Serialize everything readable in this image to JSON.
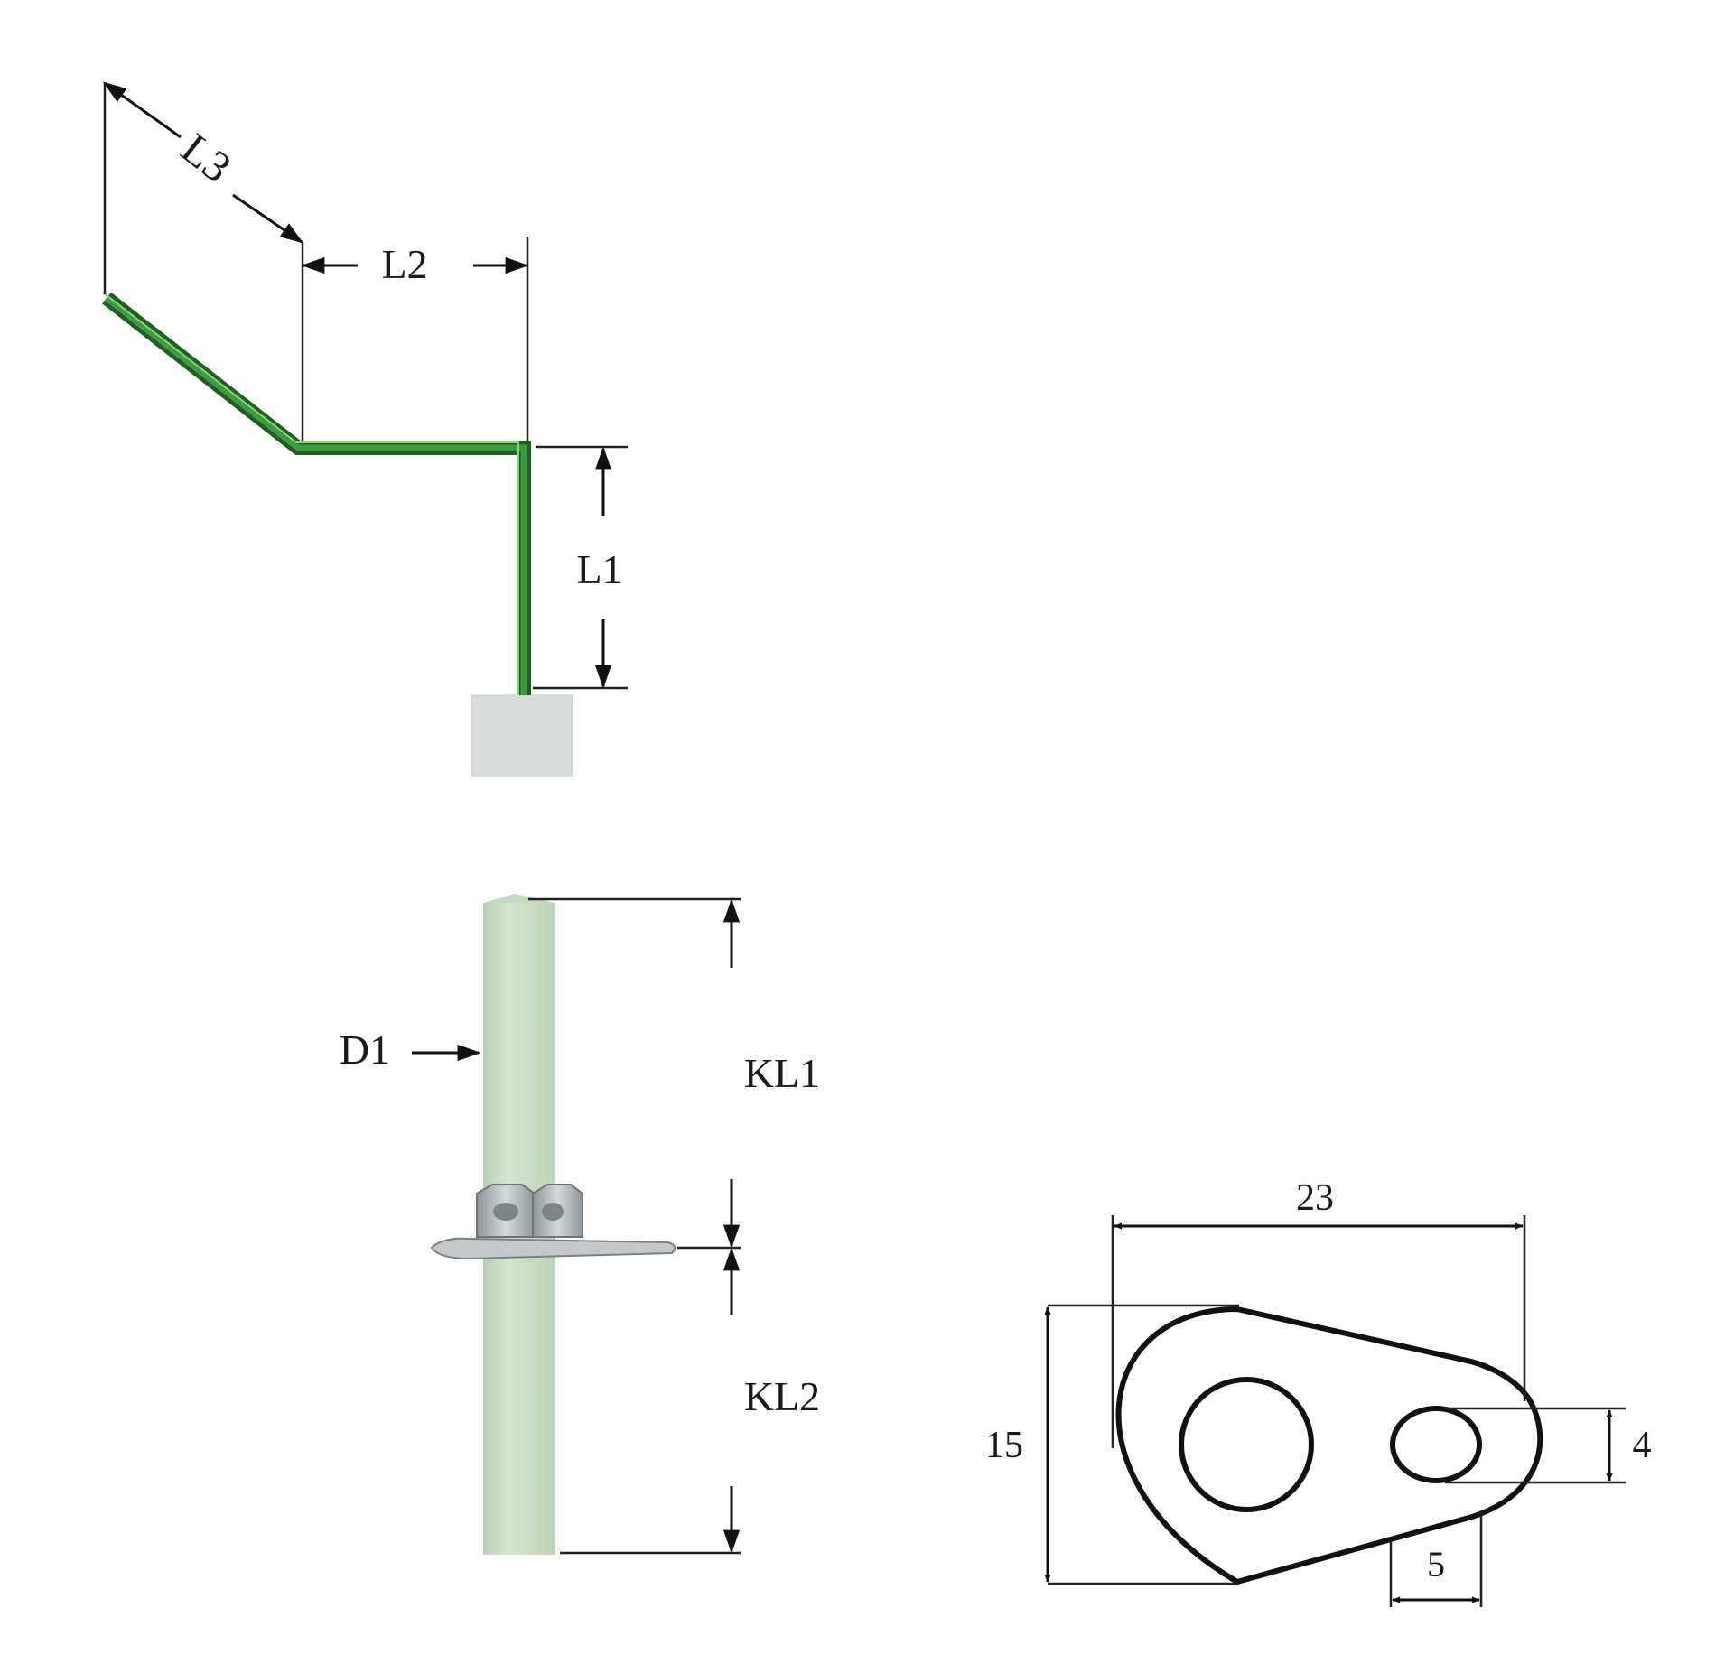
{
  "colors": {
    "wire": "#2e7d32",
    "wire_dark": "#1b5e20",
    "wire_light": "#9ccc65",
    "insulator": "#d9dcdd",
    "rod": "#cfe0c9",
    "rod_shade": "#a9c4a3",
    "nut": "#b9bfc2",
    "line": "#111111"
  },
  "electrode_bent": {
    "labels": {
      "l1": "L1",
      "l2": "L2",
      "l3": "L3"
    }
  },
  "electrode_rod": {
    "labels": {
      "d1": "D1",
      "kl1": "KL1",
      "kl2": "KL2"
    }
  },
  "bracket": {
    "dimensions": {
      "width": "23",
      "height": "15",
      "hole_height": "4",
      "hole_offset": "5"
    }
  }
}
